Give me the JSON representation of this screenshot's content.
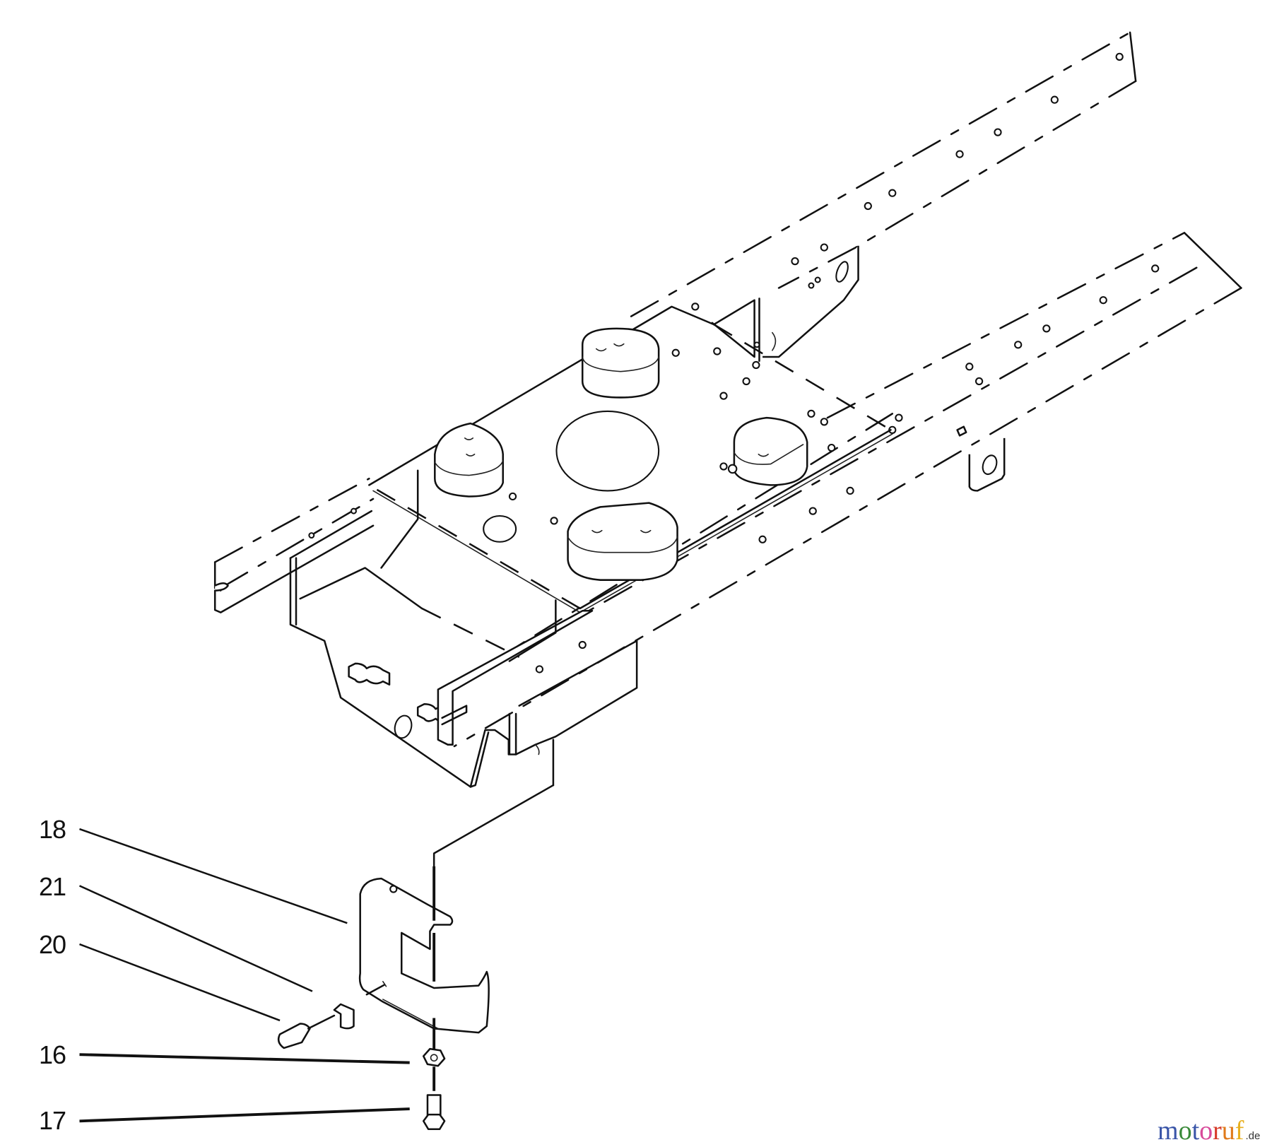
{
  "diagram": {
    "type": "exploded parts diagram",
    "subject": "tractor frame with bracket assembly",
    "callouts": [
      {
        "id": "18",
        "label": "18"
      },
      {
        "id": "21",
        "label": "21"
      },
      {
        "id": "20",
        "label": "20"
      },
      {
        "id": "16",
        "label": "16"
      },
      {
        "id": "17",
        "label": "17"
      }
    ]
  },
  "watermark": {
    "letters": [
      {
        "char": "m",
        "color": "#3a55a8"
      },
      {
        "char": "o",
        "color": "#3a8a3a"
      },
      {
        "char": "t",
        "color": "#3a55a8"
      },
      {
        "char": "o",
        "color": "#d84a9a"
      },
      {
        "char": "r",
        "color": "#d63a2a"
      },
      {
        "char": "u",
        "color": "#e07a1a"
      },
      {
        "char": "f",
        "color": "#e8b020"
      }
    ],
    "tld": ".de"
  }
}
